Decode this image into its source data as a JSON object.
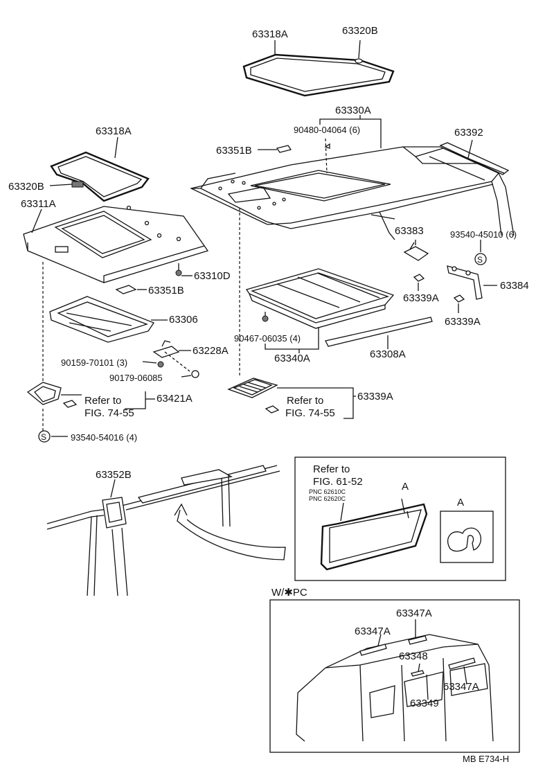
{
  "labels": {
    "p63318A_top": "63318A",
    "p63320B_top": "63320B",
    "p63330A": "63330A",
    "p90480": "90480-04064 (6)",
    "p63351B_top": "63351B",
    "p63392": "63392",
    "p63318A_left": "63318A",
    "p63320B_left": "63320B",
    "p63311A": "63311A",
    "p63310D": "63310D",
    "p63351B_left": "63351B",
    "p63306": "63306",
    "p63228A": "63228A",
    "p90159": "90159-70101 (3)",
    "p90179": "90179-06085",
    "p63421A": "63421A",
    "refer_left_1": "Refer to",
    "refer_left_2": "FIG. 74-55",
    "p93540_54016": "93540-54016 (4)",
    "s_left": "S",
    "p63383": "63383",
    "p93540_45010": "93540-45010 (6)",
    "s_right": "S",
    "p63384": "63384",
    "p63339A_1": "63339A",
    "p63339A_2": "63339A",
    "p90467": "90467-06035 (4)",
    "p63340A": "63340A",
    "p63308A": "63308A",
    "p63339A_3": "63339A",
    "refer_mid_1": "Refer to",
    "refer_mid_2": "FIG. 74-55",
    "p63352B": "63352B",
    "inset_refer_1": "Refer to",
    "inset_refer_2": "FIG. 61-52",
    "inset_pnc_1": "PNC 62610C",
    "inset_pnc_2": "PNC 62620C",
    "inset_a1": "A",
    "inset_a2": "A",
    "wpc": "W/✱PC",
    "p63347A_1": "63347A",
    "p63347A_2": "63347A",
    "p63348": "63348",
    "p63347A_3": "63347A",
    "p63349": "63349",
    "footer": "MB  E734-H"
  }
}
